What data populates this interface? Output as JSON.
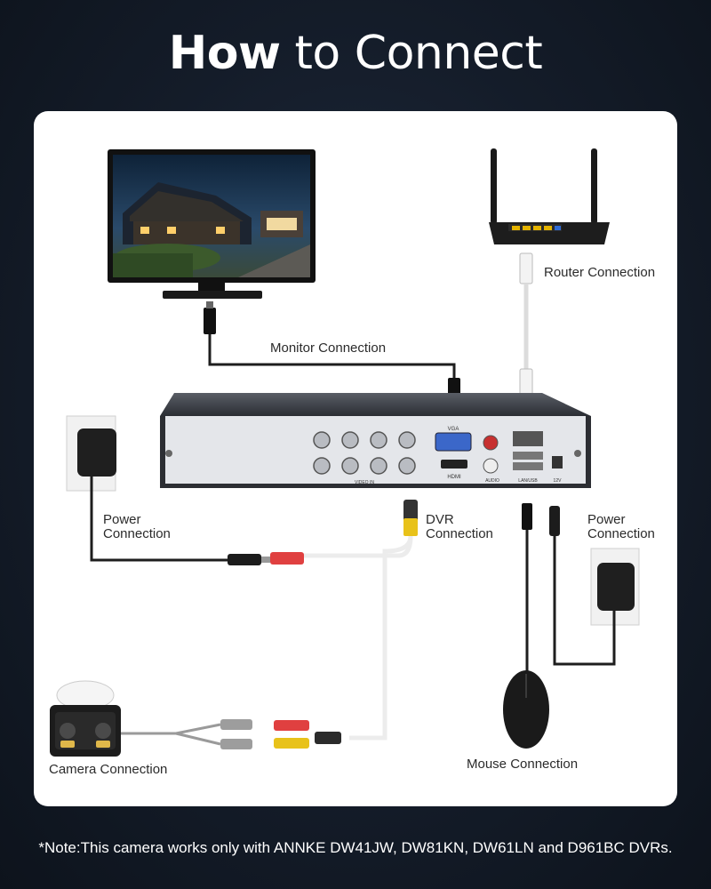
{
  "title": {
    "bold": "How",
    "rest": "to Connect"
  },
  "labels": {
    "router": "Router Connection",
    "monitor": "Monitor Connection",
    "power_left": "Power\nConnection",
    "dvr": "DVR\nConnection",
    "power_right": "Power\nConnection",
    "camera": "Camera Connection",
    "mouse": "Mouse Connection"
  },
  "panel_text": {
    "vga": "VGA",
    "hdmi": "HDMI",
    "video_in": "VIDEO IN",
    "audio": "AUDIO",
    "lan": "LAN/USB",
    "dc": "12V"
  },
  "note": "*Note:This camera works only with ANNKE DW41JW, DW81KN, DW61LN and D961BC DVRs.",
  "colors": {
    "background": "#141c29",
    "card": "#ffffff",
    "dvr_face": "#e4e6ea",
    "cable": "#222222"
  }
}
